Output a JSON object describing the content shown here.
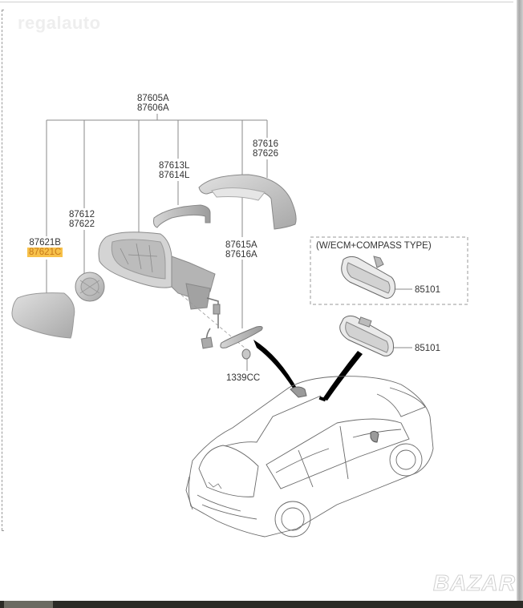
{
  "watermarks": {
    "top_left": "regalauto",
    "bottom_right": "BAZAR"
  },
  "diagram": {
    "assembly_label": [
      "87605A",
      "87606A"
    ],
    "parts": [
      {
        "id": "mirror-glass",
        "labels": [
          "87621B",
          "87621C"
        ],
        "highlighted": "87621C"
      },
      {
        "id": "actuator",
        "labels": [
          "87612",
          "87622"
        ]
      },
      {
        "id": "mirror-housing",
        "labels": []
      },
      {
        "id": "scalp-trim",
        "labels": [
          "87613L",
          "87614L"
        ]
      },
      {
        "id": "side-repeater",
        "labels": [
          "87615A",
          "87616A"
        ]
      },
      {
        "id": "mirror-cover",
        "labels": [
          "87616",
          "87626"
        ]
      },
      {
        "id": "screw",
        "labels": [
          "1339CC"
        ]
      },
      {
        "id": "inside-mirror-ecm",
        "labels": [
          "85101"
        ]
      },
      {
        "id": "inside-mirror",
        "labels": [
          "85101"
        ]
      }
    ],
    "option_box_title": "(W/ECM+COMPASS TYPE)"
  },
  "colors": {
    "highlight": "#f7c14a",
    "highlight_text": "#c77a1a",
    "line": "#8a8a8a",
    "part_fill": "#c8c8c8"
  }
}
